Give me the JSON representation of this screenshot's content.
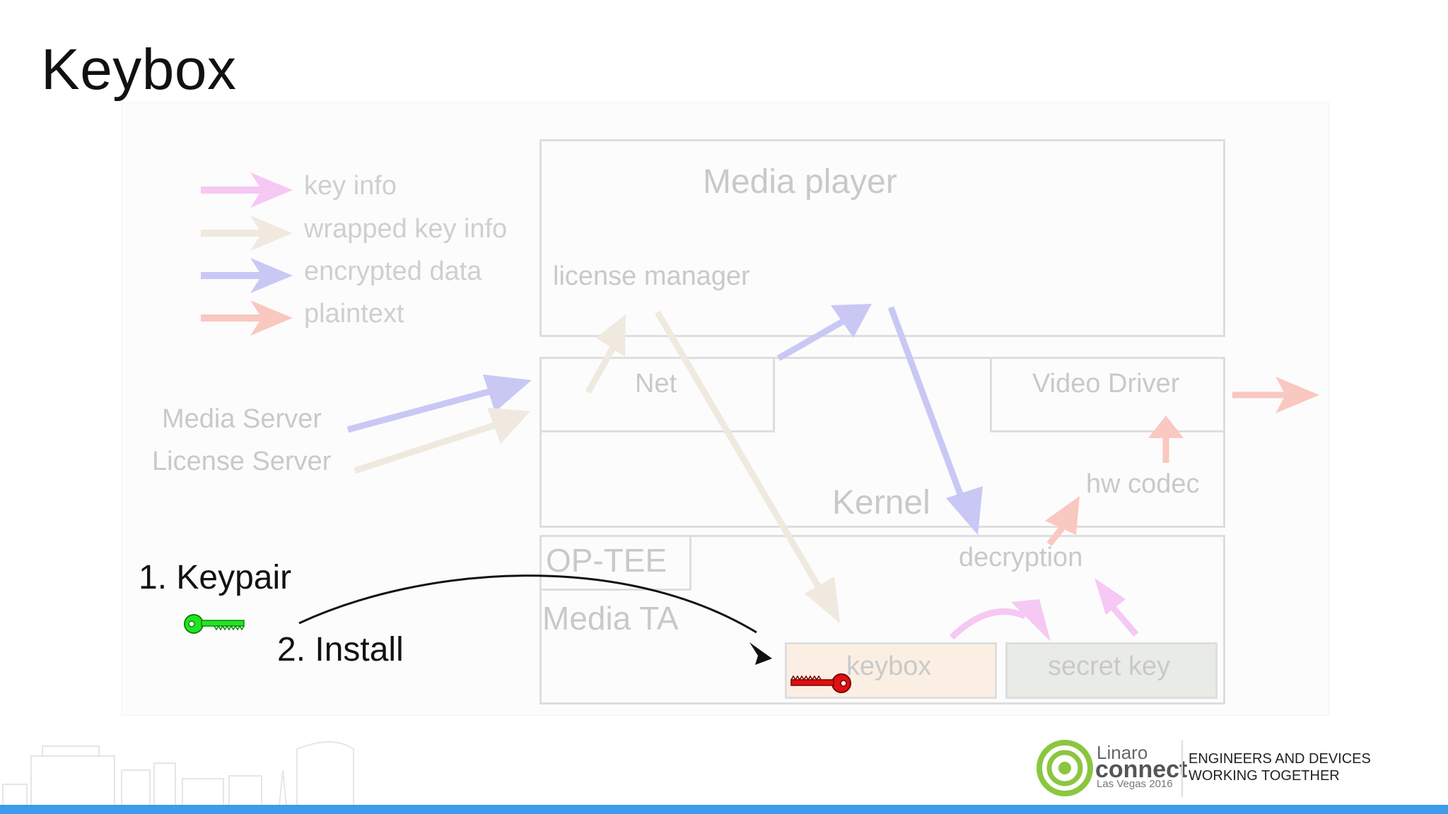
{
  "title": "Keybox",
  "legend": [
    {
      "label": "key info",
      "color": "#f6c8f4"
    },
    {
      "label": "wrapped key info",
      "color": "#efe9df"
    },
    {
      "label": "encrypted data",
      "color": "#c9c8f5"
    },
    {
      "label": "plaintext",
      "color": "#f9c8c0"
    }
  ],
  "diagram": {
    "media_player": "Media player",
    "license_manager": "license manager",
    "net": "Net",
    "video_driver": "Video Driver",
    "kernel": "Kernel",
    "hw_codec": "hw codec",
    "op_tee": "OP-TEE",
    "media_ta": "Media TA",
    "decryption": "decryption",
    "keybox": "keybox",
    "secret_key": "secret key",
    "media_server": "Media Server",
    "license_server": "License Server"
  },
  "steps": {
    "keypair": "1. Keypair",
    "install": "2. Install"
  },
  "colors": {
    "keypair_key": "#22e422",
    "device_key": "#e01010",
    "keybox_fill": "#fbefe4",
    "secret_key_fill": "#e9ece6",
    "footer_bar": "#3d9be9",
    "logo_green": "#8cc63f"
  },
  "footer": {
    "logo_line1": "Linaro",
    "logo_line2": "connect",
    "logo_line3": "Las Vegas 2016",
    "tagline_line1": "ENGINEERS AND DEVICES",
    "tagline_line2": "WORKING TOGETHER"
  }
}
